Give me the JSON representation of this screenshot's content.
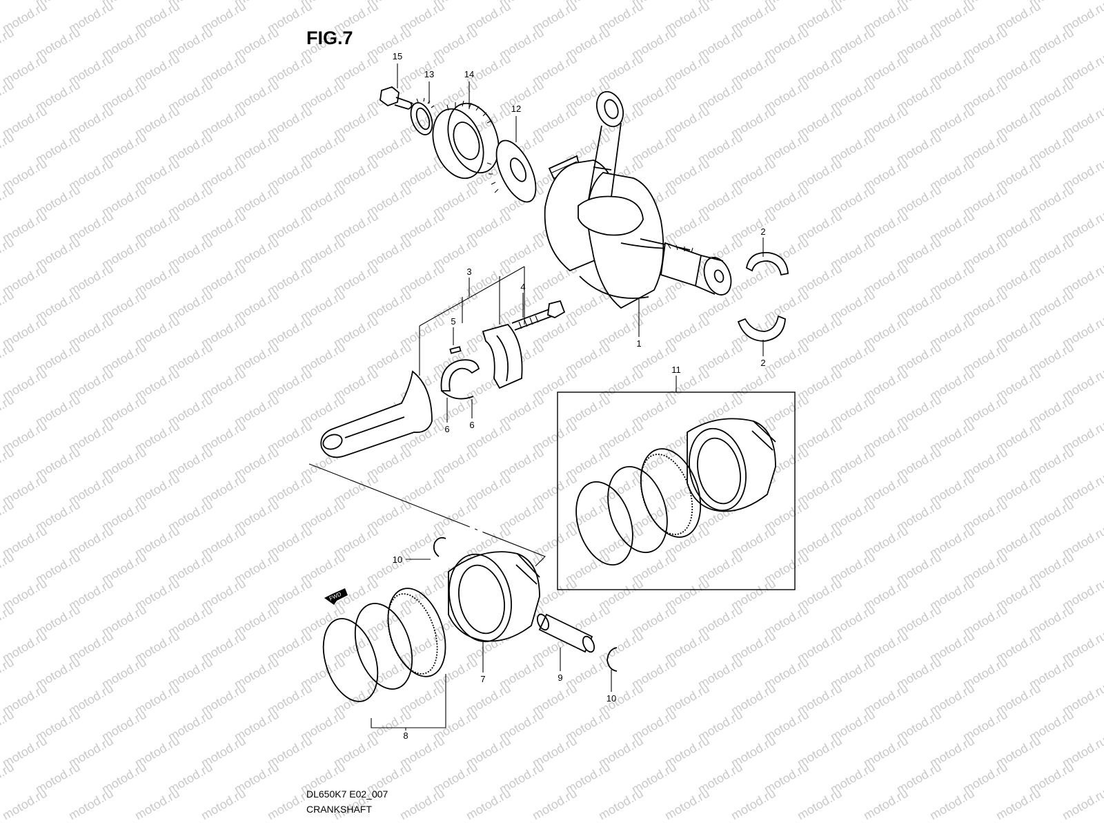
{
  "figure": {
    "title": "FIG.7",
    "diagram_code": "DL650K7 E02_007",
    "diagram_name": "CRANKSHAFT",
    "watermark_text": "motod.ru",
    "fwd_label": "FWD"
  },
  "callouts": [
    {
      "id": "1",
      "part": "crankshaft"
    },
    {
      "id": "2",
      "part": "crankshaft-bearing"
    },
    {
      "id": "3",
      "part": "conrod-set"
    },
    {
      "id": "4",
      "part": "conrod-bolt"
    },
    {
      "id": "5",
      "part": "pin"
    },
    {
      "id": "6",
      "part": "conrod-bearing"
    },
    {
      "id": "7",
      "part": "piston"
    },
    {
      "id": "8",
      "part": "piston-ring-set"
    },
    {
      "id": "9",
      "part": "piston-pin"
    },
    {
      "id": "10",
      "part": "circlip"
    },
    {
      "id": "11",
      "part": "piston-assembly-inset"
    },
    {
      "id": "12",
      "part": "washer"
    },
    {
      "id": "13",
      "part": "lock-washer"
    },
    {
      "id": "14",
      "part": "primary-gear"
    },
    {
      "id": "15",
      "part": "bolt"
    }
  ],
  "colors": {
    "line": "#000000",
    "watermark": "#c9c9c9",
    "background": "#ffffff"
  }
}
